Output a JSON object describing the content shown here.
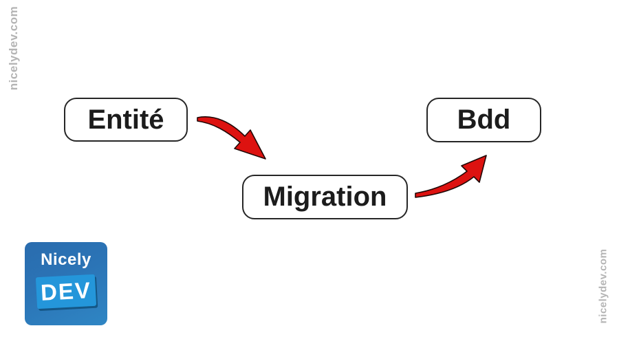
{
  "watermarks": {
    "top_left": "nicelydev.com",
    "bottom_right": "nicelydev.com"
  },
  "diagram": {
    "type": "flow",
    "nodes": [
      {
        "id": "entite",
        "label": "Entité"
      },
      {
        "id": "migration",
        "label": "Migration"
      },
      {
        "id": "bdd",
        "label": "Bdd"
      }
    ],
    "arrows": [
      {
        "from": "entite",
        "to": "migration",
        "direction": "curving-down-right"
      },
      {
        "from": "migration",
        "to": "bdd",
        "direction": "curving-up-right"
      }
    ]
  },
  "logo": {
    "top_text": "Nicely",
    "badge_text": "DEV",
    "square_color": "#2b74b6",
    "badge_color": "#2496da"
  },
  "colors": {
    "background": "#ffffff",
    "arrow_fill": "#dd1210",
    "arrow_outline": "#200807",
    "box_border": "#262626",
    "box_text": "#1c1c1c",
    "watermark": "#b4b4b4"
  }
}
